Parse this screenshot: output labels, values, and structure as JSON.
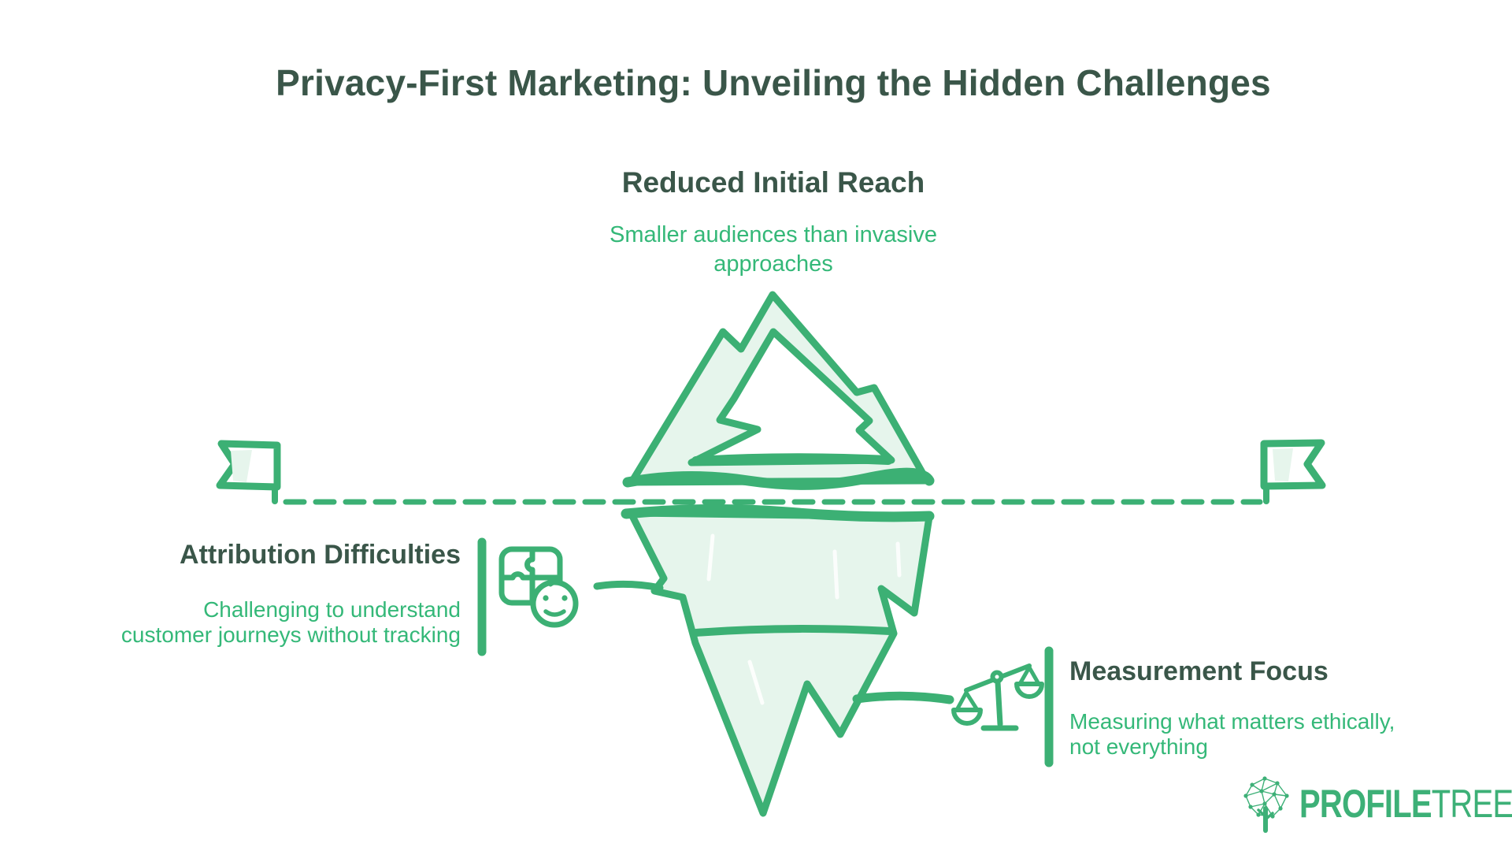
{
  "page": {
    "title": "Privacy-First Marketing: Unveiling the Hidden Challenges"
  },
  "colors": {
    "accent_stroke": "#3cb074",
    "accent_text": "#34b878",
    "heading_dark": "#3a5649",
    "iceberg_fill": "#e6f5ec",
    "background": "#ffffff",
    "logo_green": "#3db077"
  },
  "callouts": {
    "top": {
      "heading": "Reduced Initial Reach",
      "description": "Smaller audiences than invasive approaches",
      "description_lines": [
        "Smaller audiences than invasive",
        "approaches"
      ]
    },
    "left": {
      "heading": "Attribution Difficulties",
      "description": "Challenging to understand customer journeys without tracking",
      "description_lines": [
        "Challenging to understand",
        "customer journeys without tracking"
      ]
    },
    "right": {
      "heading": "Measurement Focus",
      "description": "Measuring what matters ethically, not everything",
      "description_lines": [
        "Measuring what matters ethically,",
        "not everything"
      ]
    }
  },
  "illustration": {
    "type": "iceberg-diagram",
    "elements": [
      "iceberg-above-water",
      "iceberg-below-water",
      "dashed-waterline",
      "flag-left",
      "flag-right",
      "puzzle-piece-icon",
      "smiley-face-icon",
      "balance-scale-icon"
    ]
  },
  "logo": {
    "brand": "ProfileTree",
    "part_bold": "PROFILE",
    "part_light": "TREE"
  }
}
